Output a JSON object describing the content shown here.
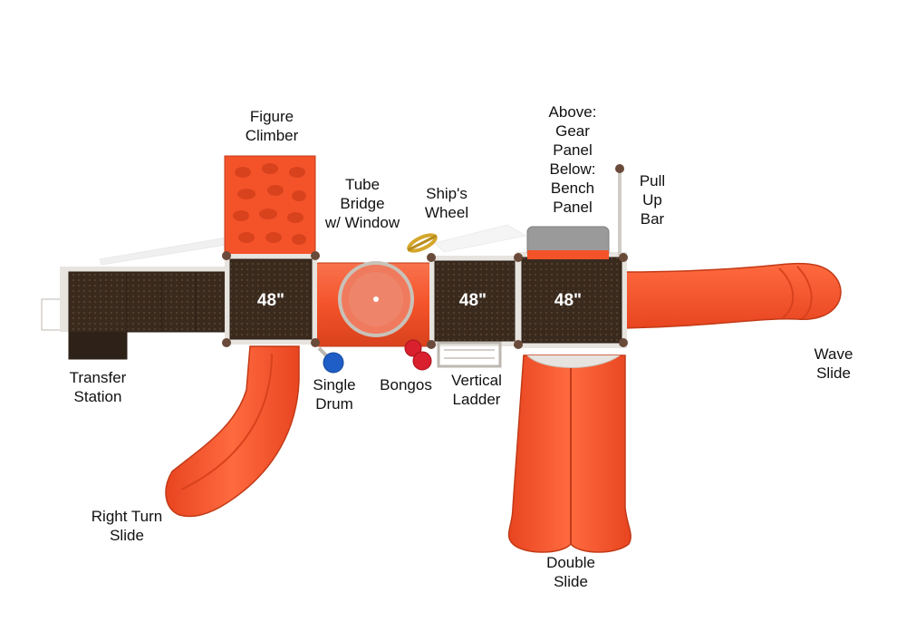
{
  "colors": {
    "slide": "#f4532a",
    "slide_dark": "#d63a17",
    "deck": "#3a2a1e",
    "deck_grid": "#54412f",
    "frame": "#e7e3de",
    "post": "#6a4a3a",
    "drum": "#1f5ec7",
    "bongo": "#d9202e",
    "wheel": "#d4a62a"
  },
  "decks": [
    {
      "label": "48\""
    },
    {
      "label": "48\""
    },
    {
      "label": "48\""
    }
  ],
  "labels": {
    "figure_climber": [
      "Figure",
      "Climber"
    ],
    "tube_bridge": [
      "Tube",
      "Bridge",
      "w/ Window"
    ],
    "ships_wheel": [
      "Ship's",
      "Wheel"
    ],
    "gear_bench": [
      "Above:",
      "Gear",
      "Panel",
      "Below:",
      "Bench",
      "Panel"
    ],
    "pull_up_bar": [
      "Pull",
      "Up",
      "Bar"
    ],
    "transfer_station": [
      "Transfer",
      "Station"
    ],
    "single_drum": [
      "Single",
      "Drum"
    ],
    "bongos": [
      "Bongos"
    ],
    "vertical_ladder": [
      "Vertical",
      "Ladder"
    ],
    "wave_slide": [
      "Wave",
      "Slide"
    ],
    "right_turn_slide": [
      "Right Turn",
      "Slide"
    ],
    "double_slide": [
      "Double",
      "Slide"
    ]
  }
}
